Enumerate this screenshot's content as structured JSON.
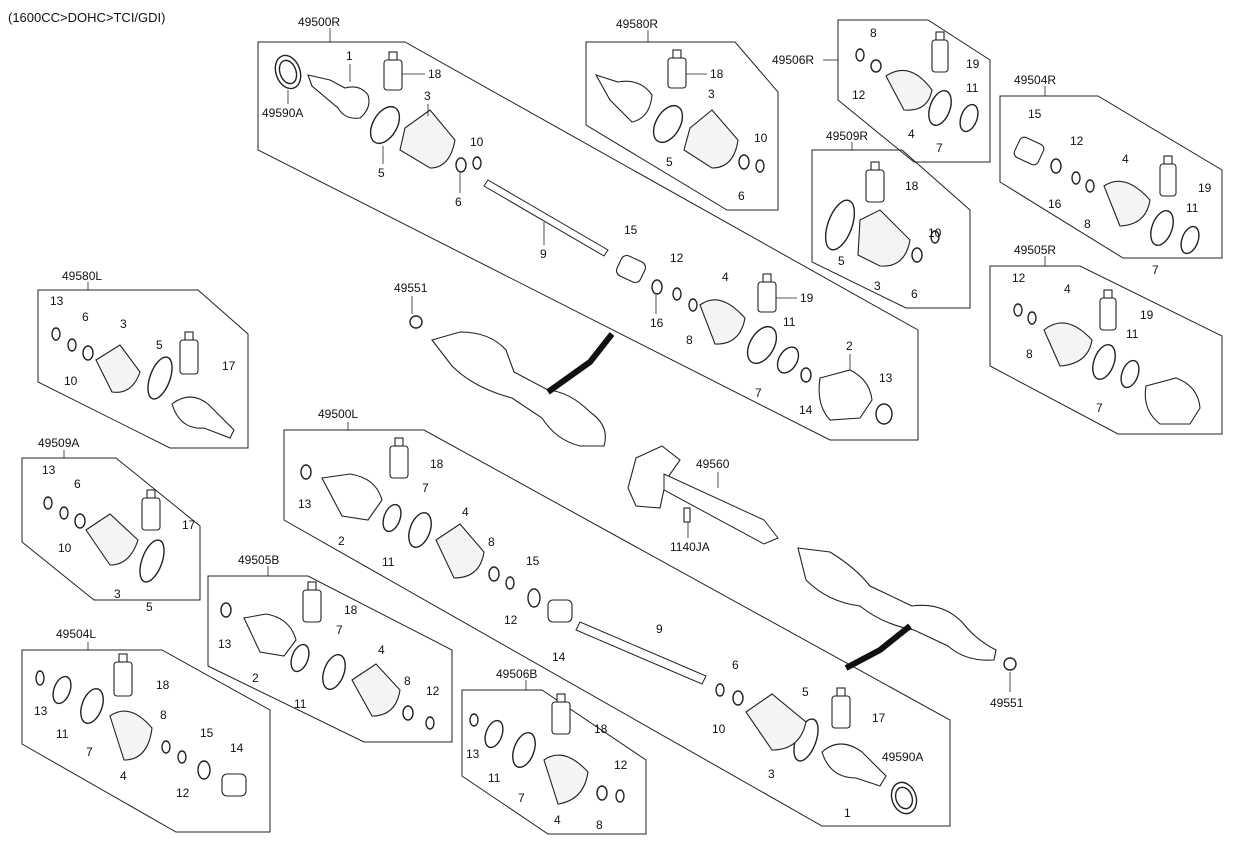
{
  "header": {
    "engine_spec": "(1600CC>DOHC>TCI/GDI)"
  },
  "assemblies": {
    "a49500R": {
      "code": "49500R",
      "labels": [
        "49590A",
        "1",
        "18",
        "3",
        "5",
        "10",
        "6",
        "9",
        "15",
        "12",
        "16",
        "4",
        "19",
        "8",
        "11",
        "7",
        "2",
        "14",
        "13"
      ]
    },
    "a49580R": {
      "code": "49580R",
      "labels": [
        "18",
        "3",
        "5",
        "10",
        "6"
      ]
    },
    "a49506R": {
      "code": "49506R",
      "labels": [
        "8",
        "19",
        "12",
        "4",
        "11",
        "7"
      ]
    },
    "a49509R": {
      "code": "49509R",
      "labels": [
        "18",
        "10",
        "5",
        "3",
        "6"
      ]
    },
    "a49504R": {
      "code": "49504R",
      "labels": [
        "15",
        "12",
        "4",
        "19",
        "16",
        "8",
        "11",
        "7"
      ]
    },
    "a49505R": {
      "code": "49505R",
      "labels": [
        "12",
        "4",
        "19",
        "8",
        "11",
        "7"
      ]
    },
    "a49580L": {
      "code": "49580L",
      "labels": [
        "13",
        "6",
        "3",
        "5",
        "17",
        "10"
      ]
    },
    "a49509A": {
      "code": "49509A",
      "labels": [
        "13",
        "6",
        "17",
        "10",
        "3",
        "5"
      ]
    },
    "a49504L": {
      "code": "49504L",
      "labels": [
        "13",
        "18",
        "11",
        "7",
        "8",
        "15",
        "14",
        "4",
        "12"
      ]
    },
    "a49505B": {
      "code": "49505B",
      "labels": [
        "18",
        "13",
        "7",
        "4",
        "2",
        "8",
        "12",
        "11"
      ]
    },
    "a49500L": {
      "code": "49500L",
      "labels": [
        "18",
        "13",
        "7",
        "4",
        "2",
        "11",
        "8",
        "15",
        "12",
        "14",
        "9",
        "6",
        "5",
        "10",
        "17",
        "3",
        "49590A",
        "1"
      ]
    },
    "a49506B": {
      "code": "49506B",
      "labels": [
        "18",
        "13",
        "12",
        "11",
        "7",
        "4",
        "8"
      ]
    }
  },
  "standalone": {
    "nut_upper": "49551",
    "nut_lower": "49551",
    "center_bearing_shaft": "49560",
    "bolt": "1140JA"
  }
}
